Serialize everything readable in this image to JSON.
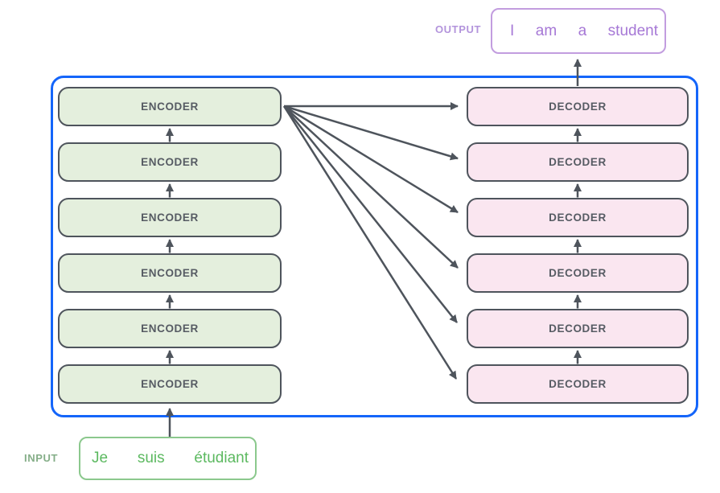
{
  "output": {
    "label": "OUTPUT",
    "words": [
      "I",
      "am",
      "a",
      "student"
    ]
  },
  "input": {
    "label": "INPUT",
    "words": [
      "Je",
      "suis",
      "étudiant"
    ]
  },
  "encoders": [
    {
      "label": "ENCODER"
    },
    {
      "label": "ENCODER"
    },
    {
      "label": "ENCODER"
    },
    {
      "label": "ENCODER"
    },
    {
      "label": "ENCODER"
    },
    {
      "label": "ENCODER"
    }
  ],
  "decoders": [
    {
      "label": "DECODER"
    },
    {
      "label": "DECODER"
    },
    {
      "label": "DECODER"
    },
    {
      "label": "DECODER"
    },
    {
      "label": "DECODER"
    },
    {
      "label": "DECODER"
    }
  ],
  "colors": {
    "frame": "#1465fa",
    "box_border": "#4e545c",
    "box_text": "#565b63",
    "encoder_fill": "#e4efdd",
    "decoder_fill": "#fae6f0",
    "arrow": "#4e545c",
    "output_border": "#c29ddf",
    "output_text": "#a678d6",
    "output_label": "#b394dc",
    "input_border": "#8bc88d",
    "input_text": "#5cb960",
    "input_label": "#85ae88"
  }
}
